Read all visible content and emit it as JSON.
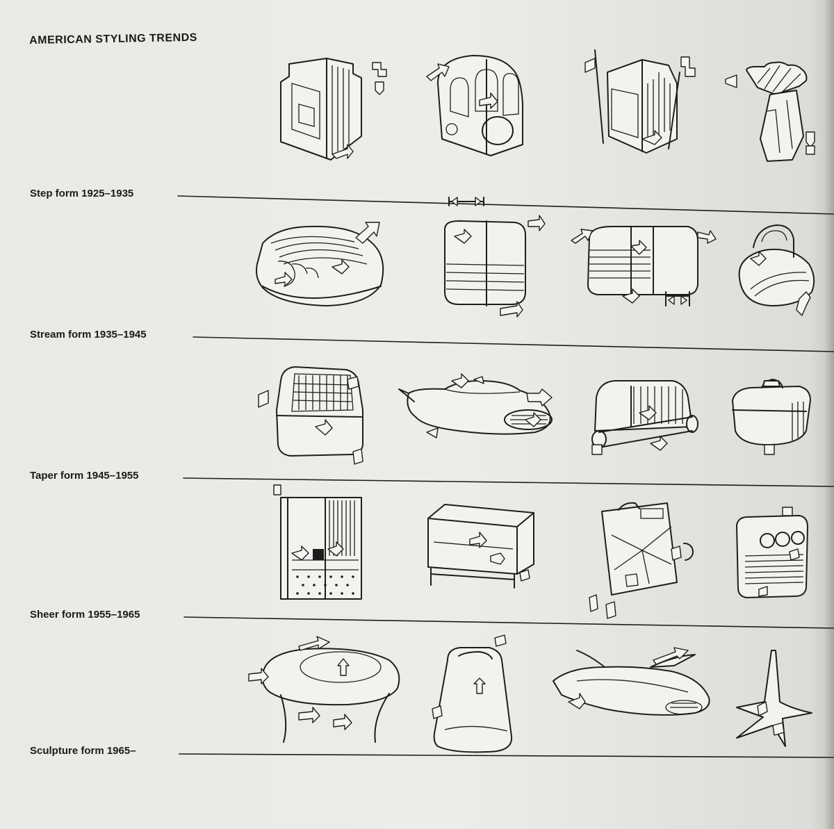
{
  "page": {
    "title": "AMERICAN STYLING TRENDS"
  },
  "rows": [
    {
      "label": "Step form 1925–1935"
    },
    {
      "label": "Stream form 1935–1945"
    },
    {
      "label": "Taper form 1945–1955"
    },
    {
      "label": "Sheer form 1955–1965"
    },
    {
      "label": "Sculpture form 1965–"
    }
  ],
  "colors": {
    "paper": "#ecece9",
    "ink": "#1d1d1d"
  }
}
